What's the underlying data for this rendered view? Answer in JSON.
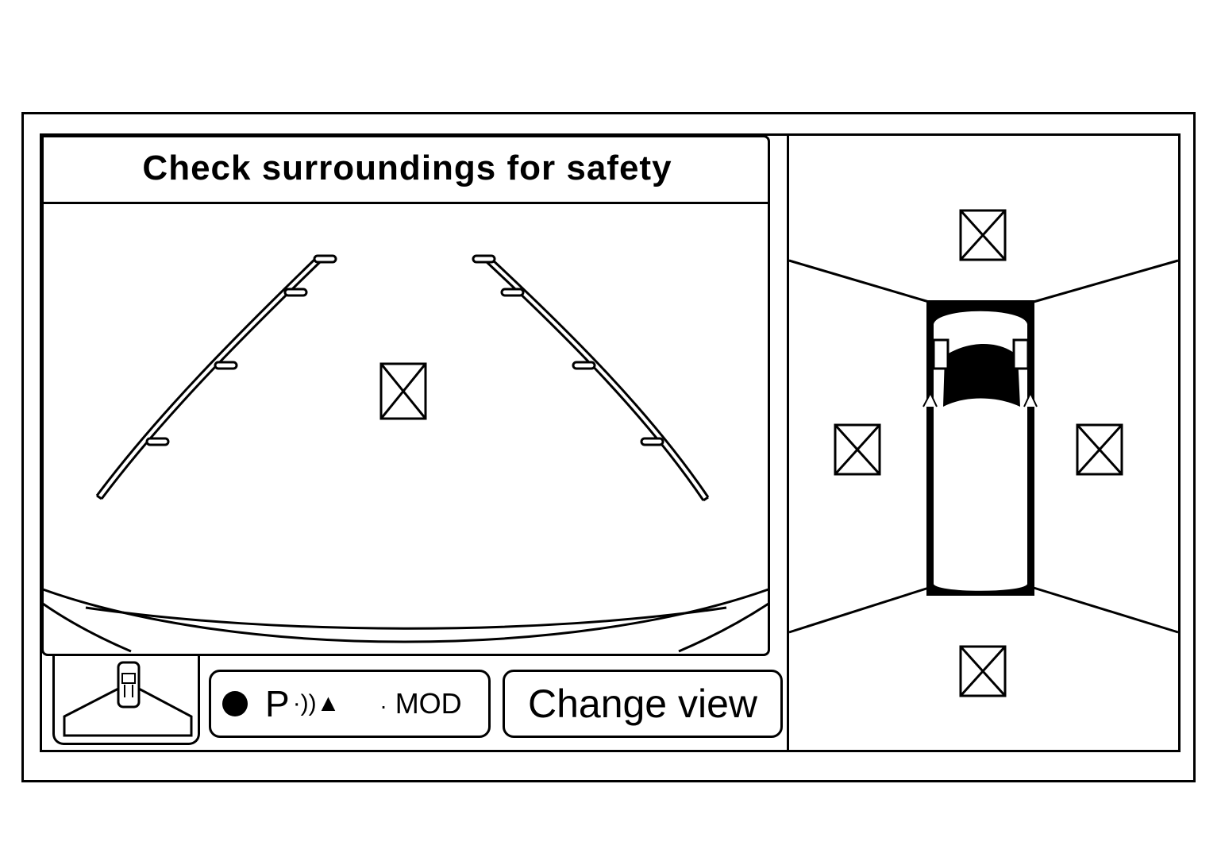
{
  "camera_view": {
    "message": "Check surroundings for safety"
  },
  "controls": {
    "status_p": "P",
    "status_sonar": "·))▲",
    "status_mod_dot": "·",
    "status_mod": "MOD",
    "change_view_label": "Change view"
  },
  "icons": {
    "status_indicator": "filled-circle-icon",
    "view_selector": "car-top-view-icon",
    "object_marker": "box-x-icon"
  }
}
